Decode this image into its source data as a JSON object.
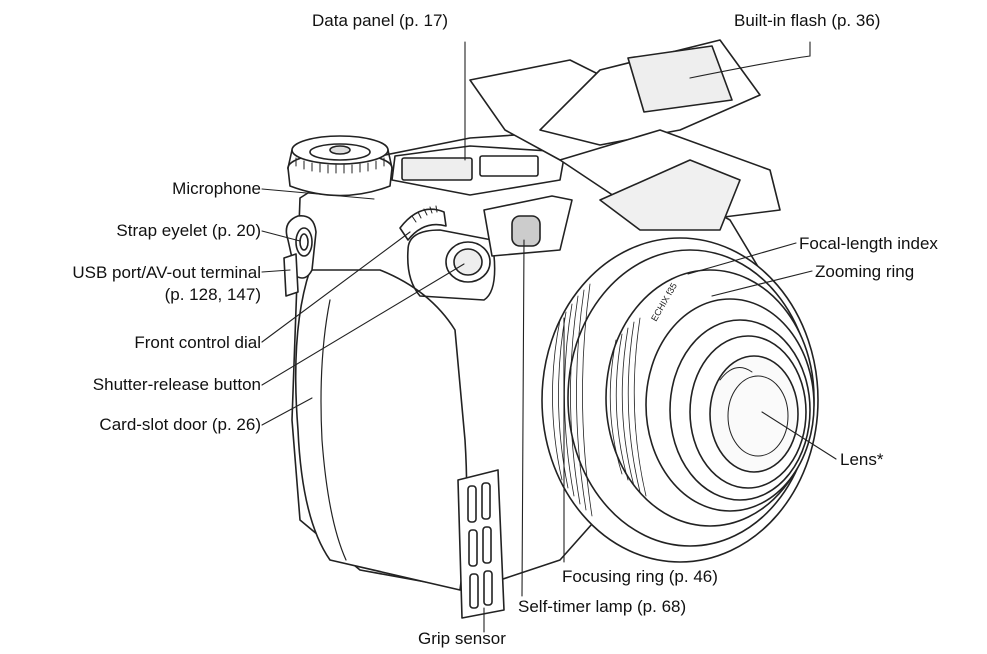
{
  "labels": {
    "data_panel": "Data panel (p. 17)",
    "built_in_flash": "Built-in flash (p. 36)",
    "microphone": "Microphone",
    "strap_eyelet": "Strap eyelet (p. 20)",
    "usb_port_line1": "USB port/AV-out terminal",
    "usb_port_line2": "(p. 128, 147)",
    "front_control_dial": "Front control dial",
    "shutter_release_button": "Shutter-release button",
    "card_slot_door": "Card-slot door (p. 26)",
    "focal_length_index": "Focal-length index",
    "zooming_ring": "Zooming ring",
    "lens": "Lens*",
    "focusing_ring": "Focusing ring (p. 46)",
    "self_timer_lamp": "Self-timer lamp (p. 68)",
    "grip_sensor": "Grip sensor"
  }
}
